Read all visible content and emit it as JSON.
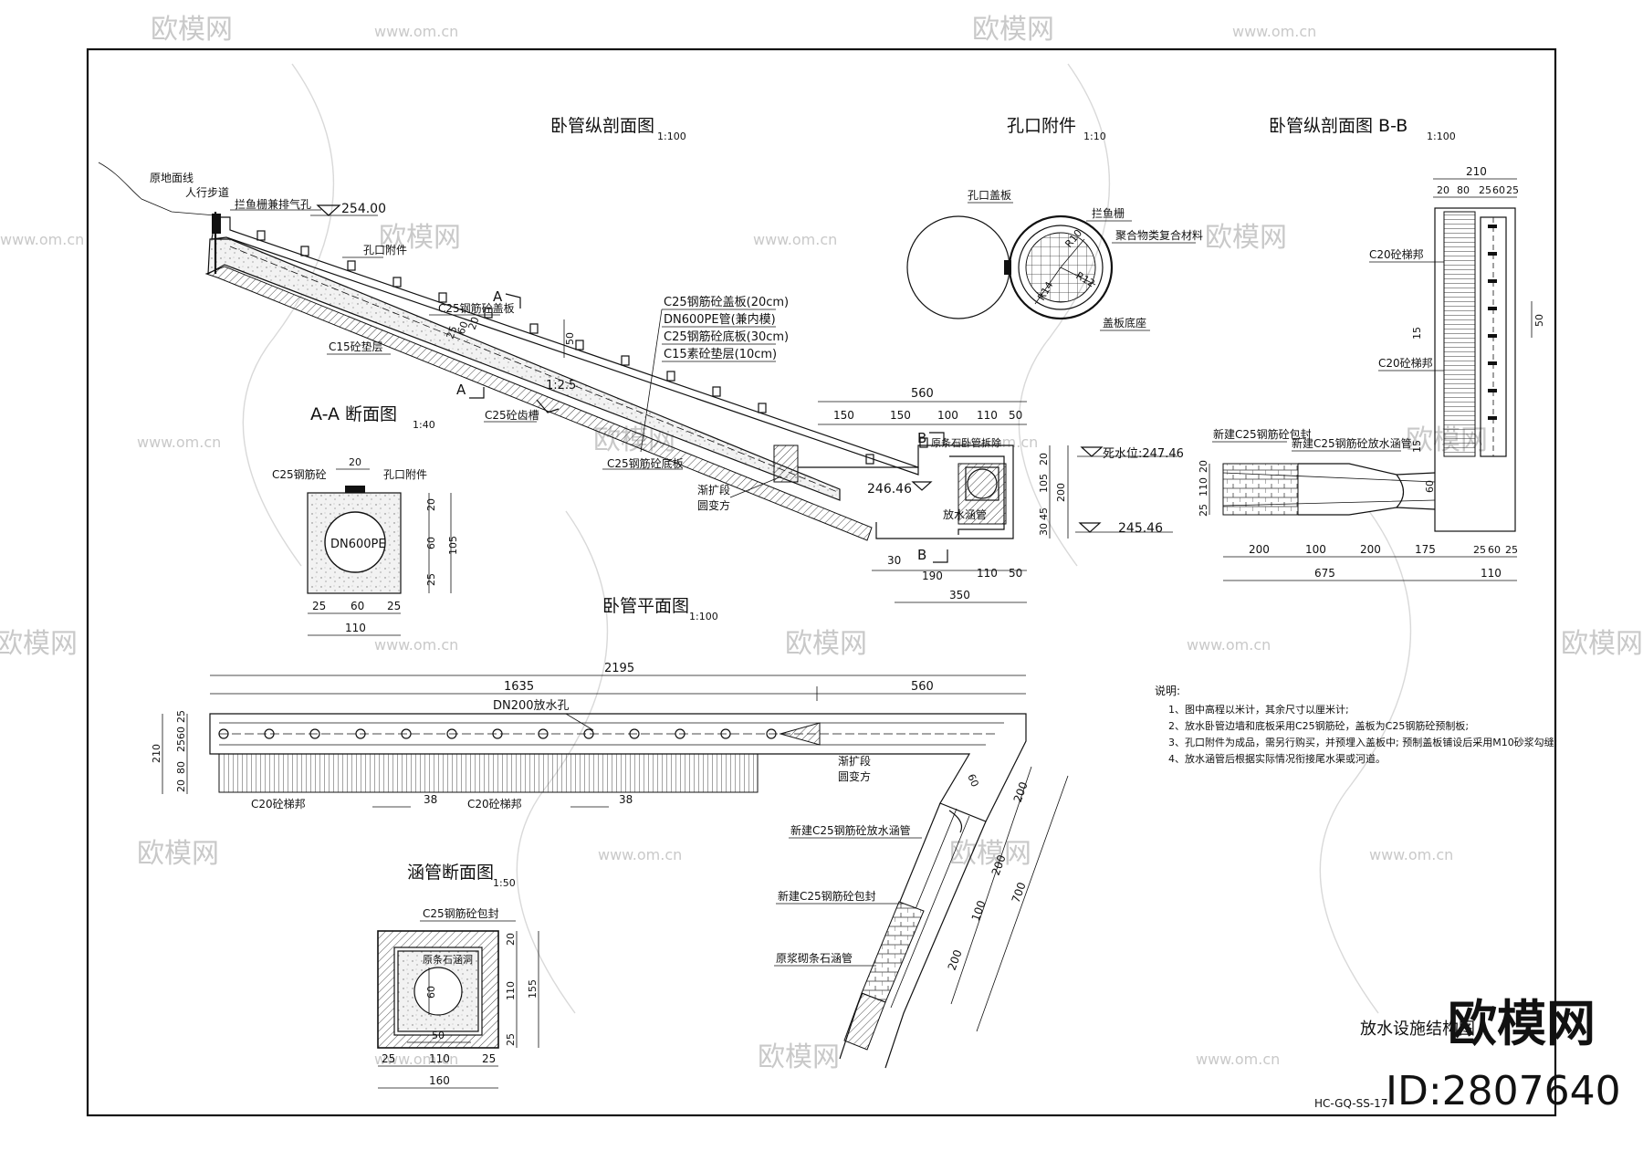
{
  "titles": {
    "profile": "卧管纵剖面图",
    "profile_scale": "1:100",
    "orifice": "孔口附件",
    "orifice_scale": "1:10",
    "bb": "卧管纵剖面图 B-B",
    "bb_scale": "1:100",
    "aa": "A-A 断面图",
    "aa_scale": "1:40",
    "plan": "卧管平面图",
    "plan_scale": "1:100",
    "culvert": "涵管断面图",
    "culvert_scale": "1:50",
    "sheet": "放水设施结构图",
    "sheet_code": "HC-GQ-SS-17"
  },
  "profile": {
    "ground_line": "原地面线",
    "walkway": "人行步道",
    "trash_rack": "拦鱼栅兼排气孔",
    "el_top": "254.00",
    "orifice_part": "孔口附件",
    "cover_slab": "C25钢筋砼盖板",
    "cushion": "C15砼垫层",
    "slope": "1:2.5",
    "tooth": "C25砼齿槽",
    "bottom_slab": "C25钢筋砼底板",
    "transition": "渐扩段",
    "transition2": "圆变方",
    "layers": [
      "C25钢筋砼盖板(20cm)",
      "DN600PE管(兼内模)",
      "C25钢筋砼底板(30cm)",
      "C15素砼垫层(10cm)"
    ],
    "section_a": "A",
    "section_b": "B",
    "dim_50": "50",
    "dims_small": [
      "25",
      "60",
      "20"
    ],
    "dim_560": "560",
    "dims_top": [
      "150",
      "150",
      "100",
      "110",
      "50"
    ],
    "demolish": "原条石卧管拆除",
    "dead_level": "死水位:247.46",
    "el_mid": "246.46",
    "outlet_pipe": "放水涵管",
    "el_low": "245.46",
    "dims_right": [
      "20",
      "105",
      "200",
      "30",
      "45"
    ],
    "dims_bottom": [
      "30",
      "190",
      "110",
      "50"
    ],
    "dim_350": "350"
  },
  "orifice": {
    "cover": "孔口盖板",
    "rack": "拦鱼栅",
    "composite": "聚合物类复合材料",
    "base": "盖板底座",
    "radii": [
      "R10",
      "R12",
      "R14"
    ]
  },
  "bb": {
    "dim_210": "210",
    "dims_top": [
      "20",
      "80",
      "25",
      "60",
      "25"
    ],
    "step1": "C20砼梯邦",
    "step2": "C20砼梯邦",
    "dim_50": "50",
    "dim_15a": "15",
    "dim_15b": "15",
    "encase": "新建C25钢筋砼包封",
    "new_pipe": "新建C25钢筋砼放水涵管",
    "dims_left": [
      "20",
      "110",
      "25"
    ],
    "dim_60": "60",
    "dims_bottom": [
      "200",
      "100",
      "200",
      "175",
      "25",
      "60",
      "25"
    ],
    "dim_675": "675",
    "dim_110": "110"
  },
  "aa": {
    "top": "C25钢筋砼",
    "part": "孔口附件",
    "dim_20": "20",
    "pipe": "DN600PE",
    "dims_right": [
      "20",
      "60",
      "25"
    ],
    "dim_105": "105",
    "dims_bottom": [
      "25",
      "60",
      "25"
    ],
    "dim_110": "110"
  },
  "plan": {
    "dim_2195": "2195",
    "dim_1635": "1635",
    "dim_560": "560",
    "hole": "DN200放水孔",
    "dims_left": [
      "25",
      "60",
      "25",
      "80",
      "20"
    ],
    "dim_210": "210",
    "step_left": "C20砼梯邦",
    "step_mid": "C20砼梯邦",
    "dim_38a": "38",
    "dim_38b": "38",
    "transition": "渐扩段",
    "transition2": "圆变方",
    "dim_60": "60",
    "new_pipe": "新建C25钢筋砼放水涵管",
    "encase": "新建C25钢筋砼包封",
    "old_pipe": "原浆砌条石涵管",
    "dims_diag": [
      "200",
      "200",
      "100",
      "200"
    ],
    "dim_700": "700"
  },
  "culvert": {
    "encase": "C25钢筋砼包封",
    "old": "原条石涵洞",
    "dims_right": [
      "20",
      "110",
      "25"
    ],
    "dim_155": "155",
    "dim_60": "60",
    "dim_50": "50",
    "dims_bottom": [
      "25",
      "110",
      "25"
    ],
    "dim_160": "160"
  },
  "notes": {
    "title": "说明:",
    "items": [
      "1、图中高程以米计，其余尺寸以厘米计;",
      "2、放水卧管边墙和底板采用C25钢筋砼，盖板为C25钢筋砼预制板;",
      "3、孔口附件为成品，需另行购买，并预埋入盖板中; 预制盖板铺设后采用M10砂浆勾缝;",
      "4、放水涵管后根据实际情况衔接尾水渠或河道。"
    ]
  },
  "watermark": {
    "brand": "欧模网",
    "url": "www.om.cn",
    "id": "ID:2807640"
  }
}
